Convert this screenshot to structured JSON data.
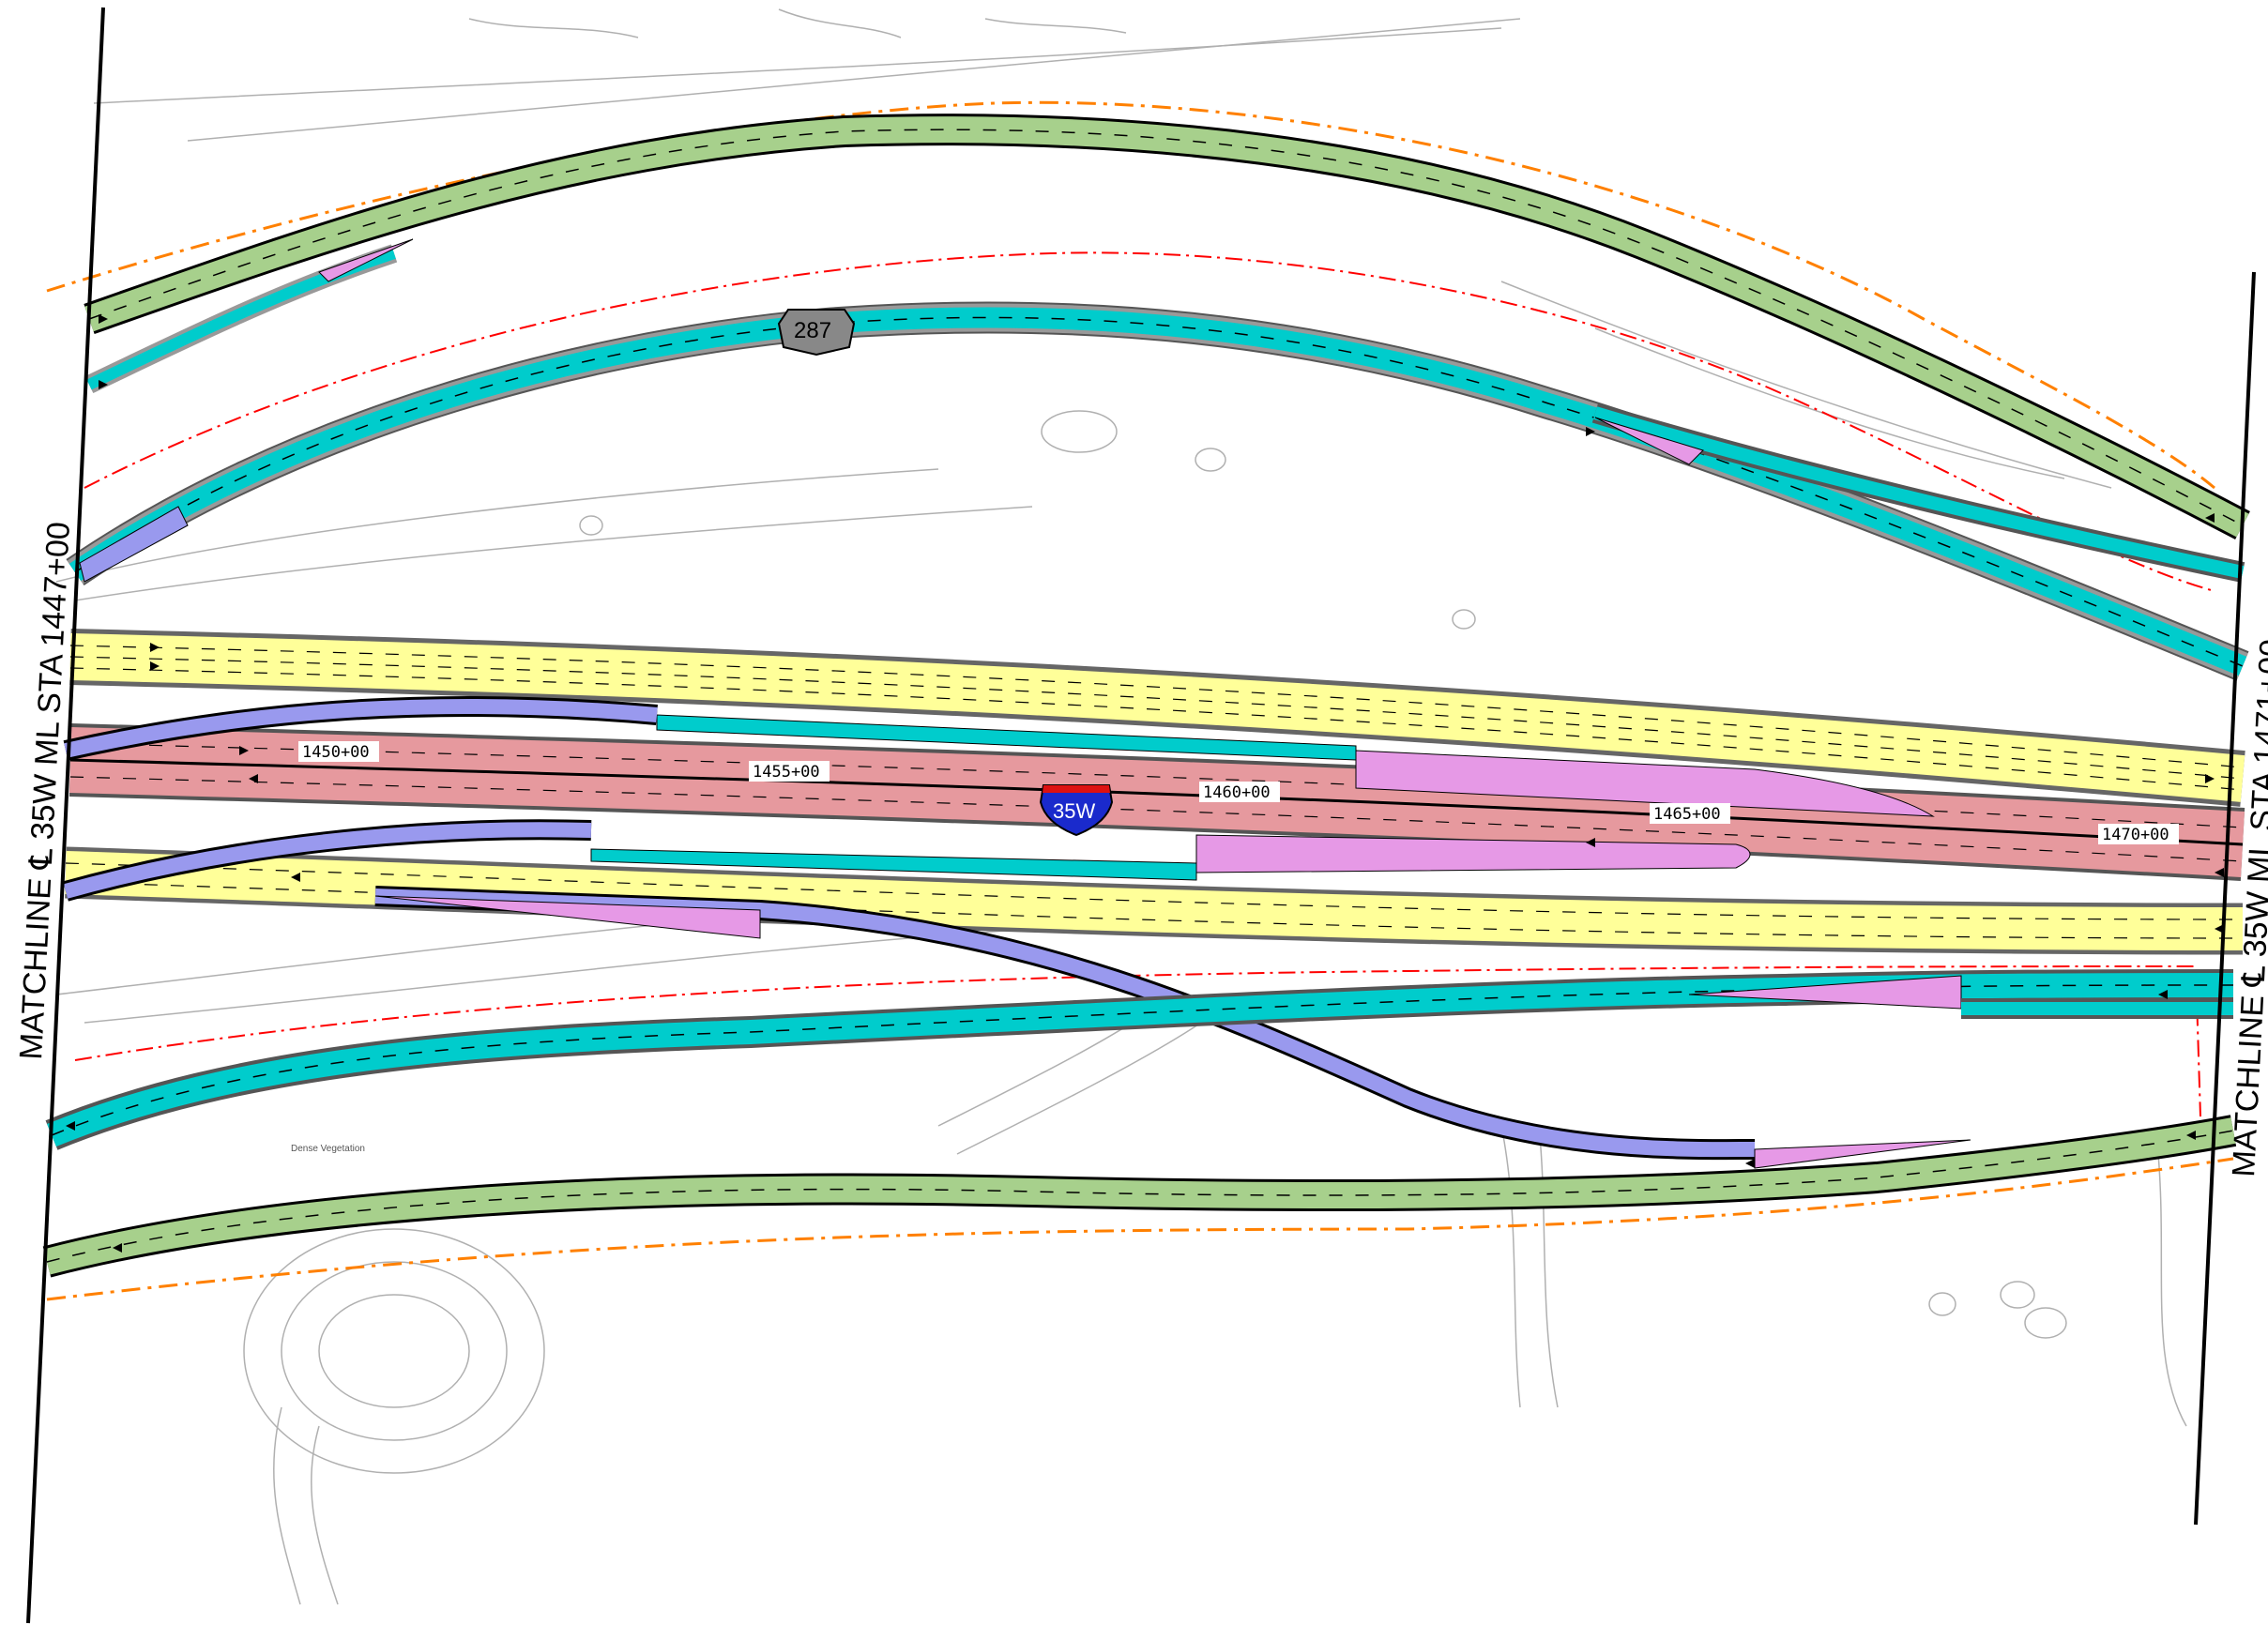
{
  "matchlines": {
    "left": "MATCHLINE ℄ 35W ML STA 1447+00",
    "right": "MATCHLINE ℄ 35W ML STA 1471+00"
  },
  "stations": [
    "1450+00",
    "1455+00",
    "1460+00",
    "1465+00",
    "1470+00"
  ],
  "shields": {
    "interstate": "35W",
    "us_route": "287"
  },
  "annotations": {
    "vegetation": "Dense Vegetation"
  },
  "legend_colors": {
    "frontage_road": "#a7d08c",
    "ramp": "#00cccc",
    "general_purpose_lanes": "#ffff99",
    "managed_lanes": "#e6999e",
    "gore_area": "#e699e6",
    "direct_connector": "#9999ee",
    "pavement_edge": "#999999",
    "row_line": "#ff8000",
    "easement_line": "#ff0000"
  },
  "icons": [
    "interstate-shield-icon",
    "us-route-shield-icon",
    "traffic-arrow-icon"
  ]
}
